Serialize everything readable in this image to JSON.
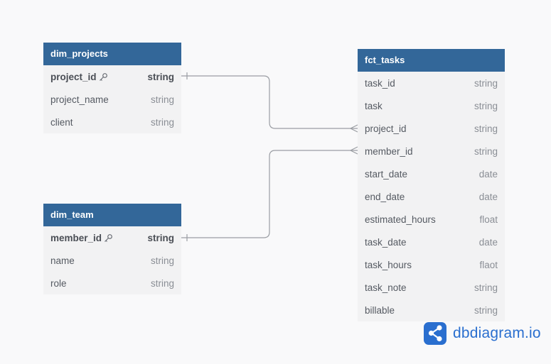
{
  "tables": {
    "dim_projects": {
      "title": "dim_projects",
      "fields": [
        {
          "name": "project_id",
          "type": "string",
          "pk": true
        },
        {
          "name": "project_name",
          "type": "string"
        },
        {
          "name": "client",
          "type": "string"
        }
      ]
    },
    "dim_team": {
      "title": "dim_team",
      "fields": [
        {
          "name": "member_id",
          "type": "string",
          "pk": true
        },
        {
          "name": "name",
          "type": "string"
        },
        {
          "name": "role",
          "type": "string"
        }
      ]
    },
    "fct_tasks": {
      "title": "fct_tasks",
      "fields": [
        {
          "name": "task_id",
          "type": "string"
        },
        {
          "name": "task",
          "type": "string"
        },
        {
          "name": "project_id",
          "type": "string"
        },
        {
          "name": "member_id",
          "type": "string"
        },
        {
          "name": "start_date",
          "type": "date"
        },
        {
          "name": "end_date",
          "type": "date"
        },
        {
          "name": "estimated_hours",
          "type": "float"
        },
        {
          "name": "task_date",
          "type": "date"
        },
        {
          "name": "task_hours",
          "type": "flaot"
        },
        {
          "name": "task_note",
          "type": "string"
        },
        {
          "name": "billable",
          "type": "string"
        }
      ]
    }
  },
  "relationships": [
    {
      "from": "dim_projects.project_id",
      "to": "fct_tasks.project_id",
      "from_cardinality": "one",
      "to_cardinality": "many"
    },
    {
      "from": "dim_team.member_id",
      "to": "fct_tasks.member_id",
      "from_cardinality": "one",
      "to_cardinality": "many"
    }
  ],
  "colors": {
    "header_bg": "#336799",
    "row_bg": "#f2f2f3",
    "connector": "#9a9da3",
    "brand": "#2a6fcf"
  },
  "branding": {
    "logo_icon": "dbdiagram-logo-icon",
    "text": "dbdiagram.io"
  }
}
